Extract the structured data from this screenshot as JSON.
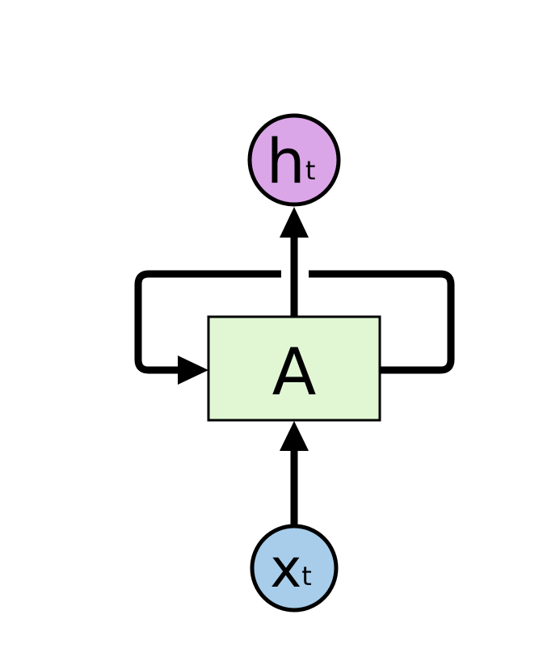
{
  "diagram": {
    "output_node": {
      "main": "h",
      "sub": "t",
      "fill": "#dba6e8"
    },
    "input_node": {
      "main": "x",
      "sub": "t",
      "fill": "#a7cdea"
    },
    "cell": {
      "label": "A",
      "fill": "#e1f7d4"
    },
    "stroke_color": "#000000",
    "background": "#ffffff"
  }
}
